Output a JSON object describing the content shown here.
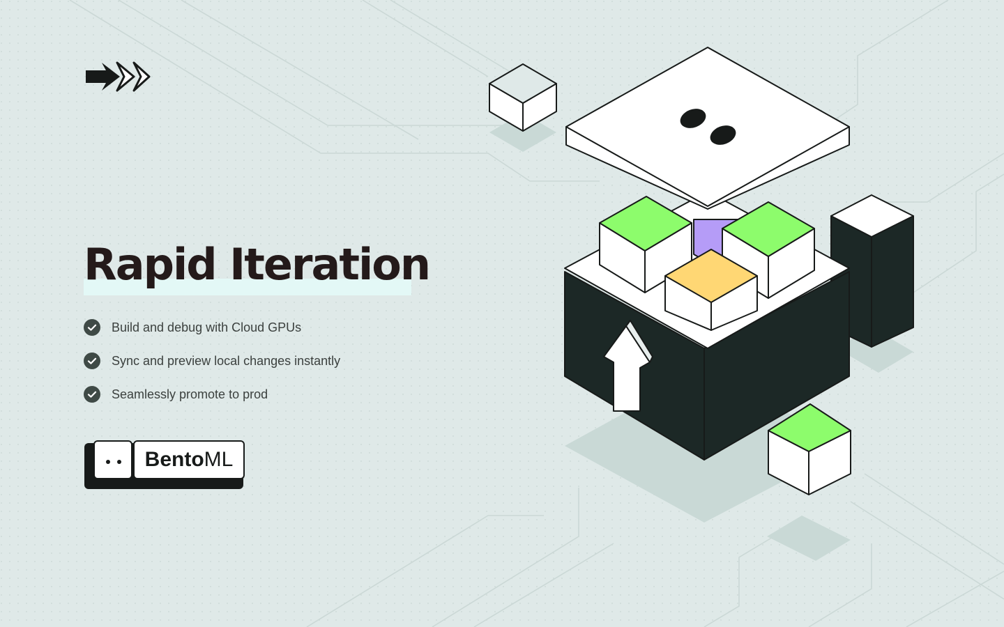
{
  "hero": {
    "title": "Rapid Iteration"
  },
  "features": [
    {
      "icon": "check-circle-icon",
      "text": "Build and debug with Cloud GPUs"
    },
    {
      "icon": "check-circle-icon",
      "text": "Sync and preview local changes instantly"
    },
    {
      "icon": "check-circle-icon",
      "text": "Seamlessly promote to prod"
    }
  ],
  "brand": {
    "name_bold": "Bento",
    "name_light": "ML"
  },
  "colors": {
    "background": "#dfe9e8",
    "text_dark": "#241a1a",
    "body_text": "#3b403e",
    "check": "#3f4a46",
    "title_highlight": "#e3f8f6",
    "cube_dark": "#1c2826",
    "cube_green": "#8dfc6c",
    "cube_yellow": "#ffd774",
    "cube_purple": "#b59cf7",
    "outline": "#171a19"
  }
}
